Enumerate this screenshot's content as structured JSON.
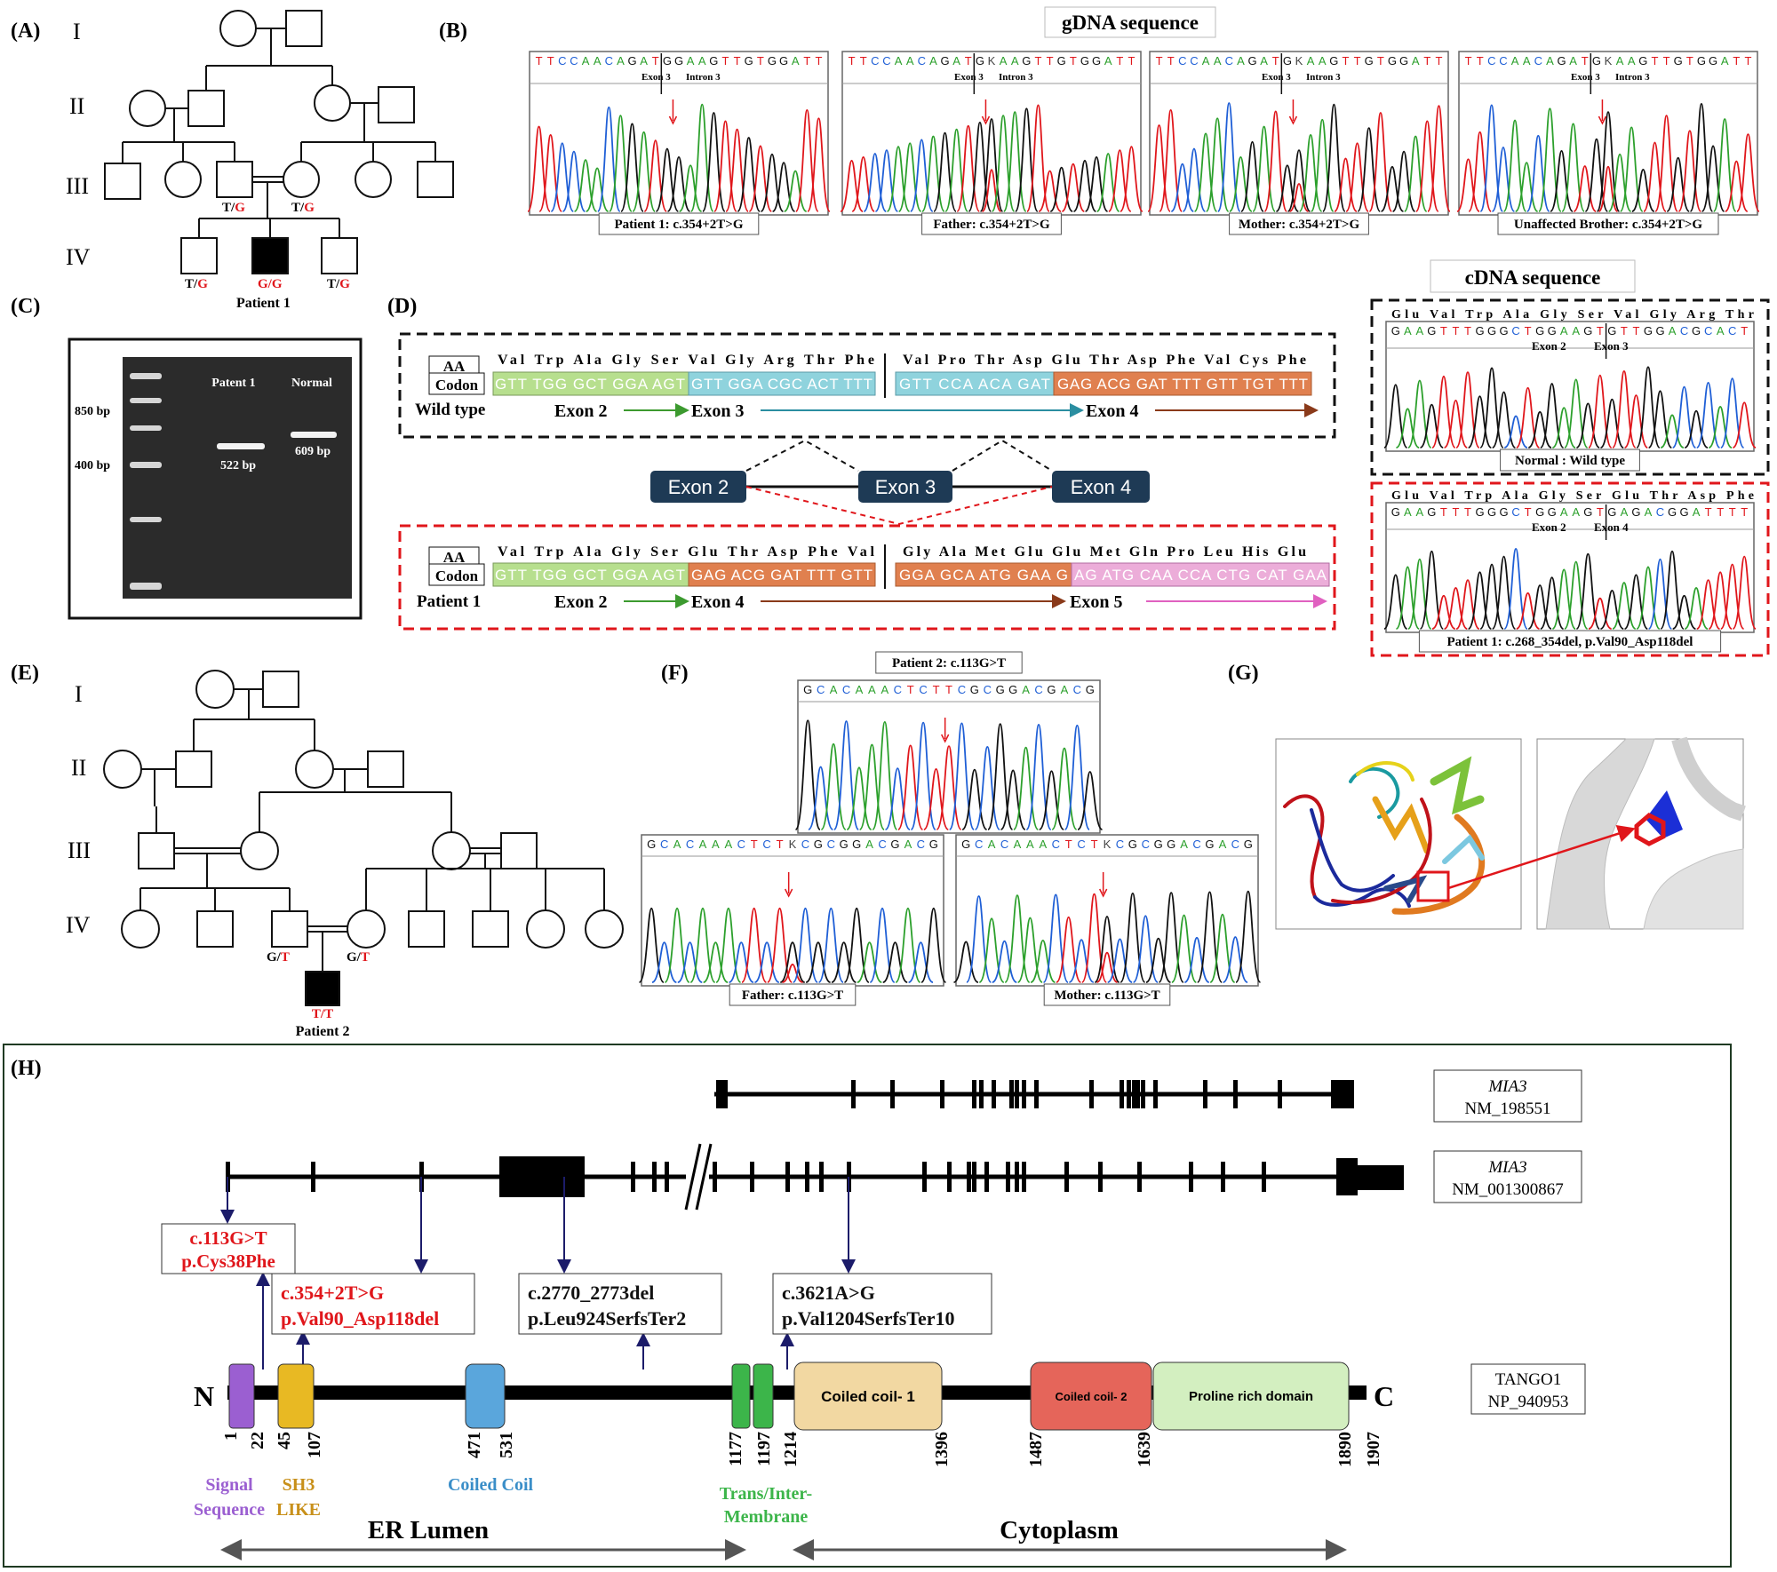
{
  "panels": {
    "A": "(A)",
    "B": "(B)",
    "C": "(C)",
    "D": "(D)",
    "E": "(E)",
    "F": "(F)",
    "G": "(G)",
    "H": "(H)"
  },
  "pedigree_A": {
    "generations": [
      "I",
      "II",
      "III",
      "IV"
    ],
    "father_genotype": {
      "a": "T/",
      "b": "G"
    },
    "mother_genotype": {
      "a": "T/",
      "b": "G"
    },
    "sib1_genotype": {
      "a": "T/",
      "b": "G"
    },
    "patient_genotype": "G/G",
    "sib2_genotype": {
      "a": "T/",
      "b": "G"
    },
    "patient_label": "Patient 1"
  },
  "gdna": {
    "title": "gDNA sequence",
    "exon_label": "Exon 3",
    "intron_label": "Intron 3",
    "traces": [
      {
        "seq": "TTCCAACAGATGGAAGTTGTGGATT",
        "caption": "Patient 1: c.354+2T>G"
      },
      {
        "seq": "TTCCAACAGATGKAAGTTGTGGATT",
        "caption": "Father: c.354+2T>G"
      },
      {
        "seq": "TTCCAACAGATGKAAGTTGTGGATT",
        "caption": "Mother: c.354+2T>G"
      },
      {
        "seq": "TTCCAACAGATGKAAGTTGTGGATT",
        "caption": "Unaffected Brother: c.354+2T>G"
      }
    ]
  },
  "gel": {
    "lane1": "Patent 1",
    "lane2": "Normal",
    "marker_hi": "850 bp",
    "marker_lo": "400 bp",
    "band1": "522 bp",
    "band2": "609 bp"
  },
  "panel_d": {
    "aa_label": "AA",
    "codon_label": "Codon",
    "wild_label": "Wild type",
    "patient_label": "Patient 1",
    "wt_aa_1": "Val Trp Ala Gly Ser Val Gly Arg Thr Phe",
    "wt_aa_2": "Val Pro Thr Asp Glu Thr Asp Phe Val Cys Phe",
    "wt_seg": [
      "GTT TGG GCT GGA AGT",
      "GTT GGA CGC ACT TTT",
      "GTT CCA ACA GAT",
      "GAG ACG GAT TTT GTT TGT TTT"
    ],
    "wt_exons": [
      "Exon 2",
      "Exon 3",
      "Exon 4"
    ],
    "pt_aa_1": "Val Trp Ala Gly Ser Glu Thr Asp Phe Val",
    "pt_aa_2": "Gly Ala Met Glu Glu Met Gln Pro Leu His Glu",
    "pt_seg": [
      "GTT TGG GCT GGA AGT",
      "GAG ACG GAT TTT GTT",
      "GGA GCA ATG GAA G",
      "AG ATG CAA CCA CTG CAT GAA"
    ],
    "pt_exons": [
      "Exon 2",
      "Exon 4",
      "Exon 5"
    ],
    "splice_boxes": [
      "Exon 2",
      "Exon 3",
      "Exon 4"
    ]
  },
  "cdna": {
    "title": "cDNA sequence",
    "normal_aa": "Glu Val Trp Ala Gly Ser Val Gly Arg Thr",
    "normal_seq": "GAAGTTTGGGCTGGAAGTGTTGGACGCACT",
    "normal_exons": [
      "Exon 2",
      "Exon 3"
    ],
    "normal_caption": "Normal : Wild type",
    "patient_aa": "Glu Val Trp Ala Gly Ser Glu Thr Asp Phe",
    "patient_seq": "GAAGTTTGGGCTGGAAGTGAGACGGATTTT",
    "patient_exons": [
      "Exon 2",
      "Exon 4"
    ],
    "patient_caption": "Patient 1: c.268_354del, p.Val90_Asp118del"
  },
  "pedigree_E": {
    "generations": [
      "I",
      "II",
      "III",
      "IV"
    ],
    "father_genotype": {
      "a": "G/",
      "b": "T"
    },
    "mother_genotype": {
      "a": "G/",
      "b": "T"
    },
    "patient_genotype": "T/T",
    "patient_label": "Patient 2"
  },
  "panel_f": {
    "traces": [
      {
        "seq": "GCACAAACTCTTCGCGGACGACG",
        "caption": "Patient 2: c.113G>T"
      },
      {
        "seq": "GCACAAACTCTKCGCGGACGACG",
        "caption": "Father: c.113G>T"
      },
      {
        "seq": "GCACAAACTCTKCGCGGACGACG",
        "caption": "Mother: c.113G>T"
      }
    ]
  },
  "panel_h": {
    "transcript1": {
      "gene": "MIA3",
      "id": "NM_198551"
    },
    "transcript2": {
      "gene": "MIA3",
      "id": "NM_001300867"
    },
    "protein": {
      "name": "TANGO1",
      "id": "NP_940953"
    },
    "n_term": "N",
    "c_term": "C",
    "variants": [
      {
        "c": "c.113G>T",
        "p": "p.Cys38Phe",
        "color": "#e0161b"
      },
      {
        "c": "c.354+2T>G",
        "p": "p.Val90_Asp118del",
        "color": "#e0161b"
      },
      {
        "c": "c.2770_2773del",
        "p": "p.Leu924SerfsTer2",
        "color": "#111111"
      },
      {
        "c": "c.3621A>G",
        "p": "p.Val1204SerfsTer10",
        "color": "#111111"
      }
    ],
    "positions": [
      "1",
      "22",
      "45",
      "107",
      "471",
      "531",
      "1177",
      "1197",
      "1214",
      "1396",
      "1487",
      "1639",
      "1890",
      "1907"
    ],
    "domain_coiled1": "Coiled coil- 1",
    "domain_coiled2": "Coiled coil- 2",
    "domain_proline": "Proline rich domain",
    "legend": {
      "signal": [
        "Signal",
        "Sequence"
      ],
      "sh3": [
        "SH3",
        "LIKE"
      ],
      "coiled": "Coiled Coil",
      "tm": [
        "Trans/Inter-",
        "Membrane"
      ]
    },
    "er_lumen": "ER Lumen",
    "cytoplasm": "Cytoplasm"
  },
  "colors": {
    "accent_red": "#e0161b",
    "signal": "#9b5fd1",
    "sh3": "#e8b923",
    "coiled": "#5aa6dc",
    "tm": "#3cb54a",
    "cc1": "#f2d8a2",
    "cc2": "#e5655a",
    "proline": "#d3efc0",
    "exon2": "#b7df8e",
    "exon3": "#8fd3dd",
    "exon4": "#e0804f",
    "exon5": "#ecadd9",
    "navy": "#1e3a55"
  }
}
